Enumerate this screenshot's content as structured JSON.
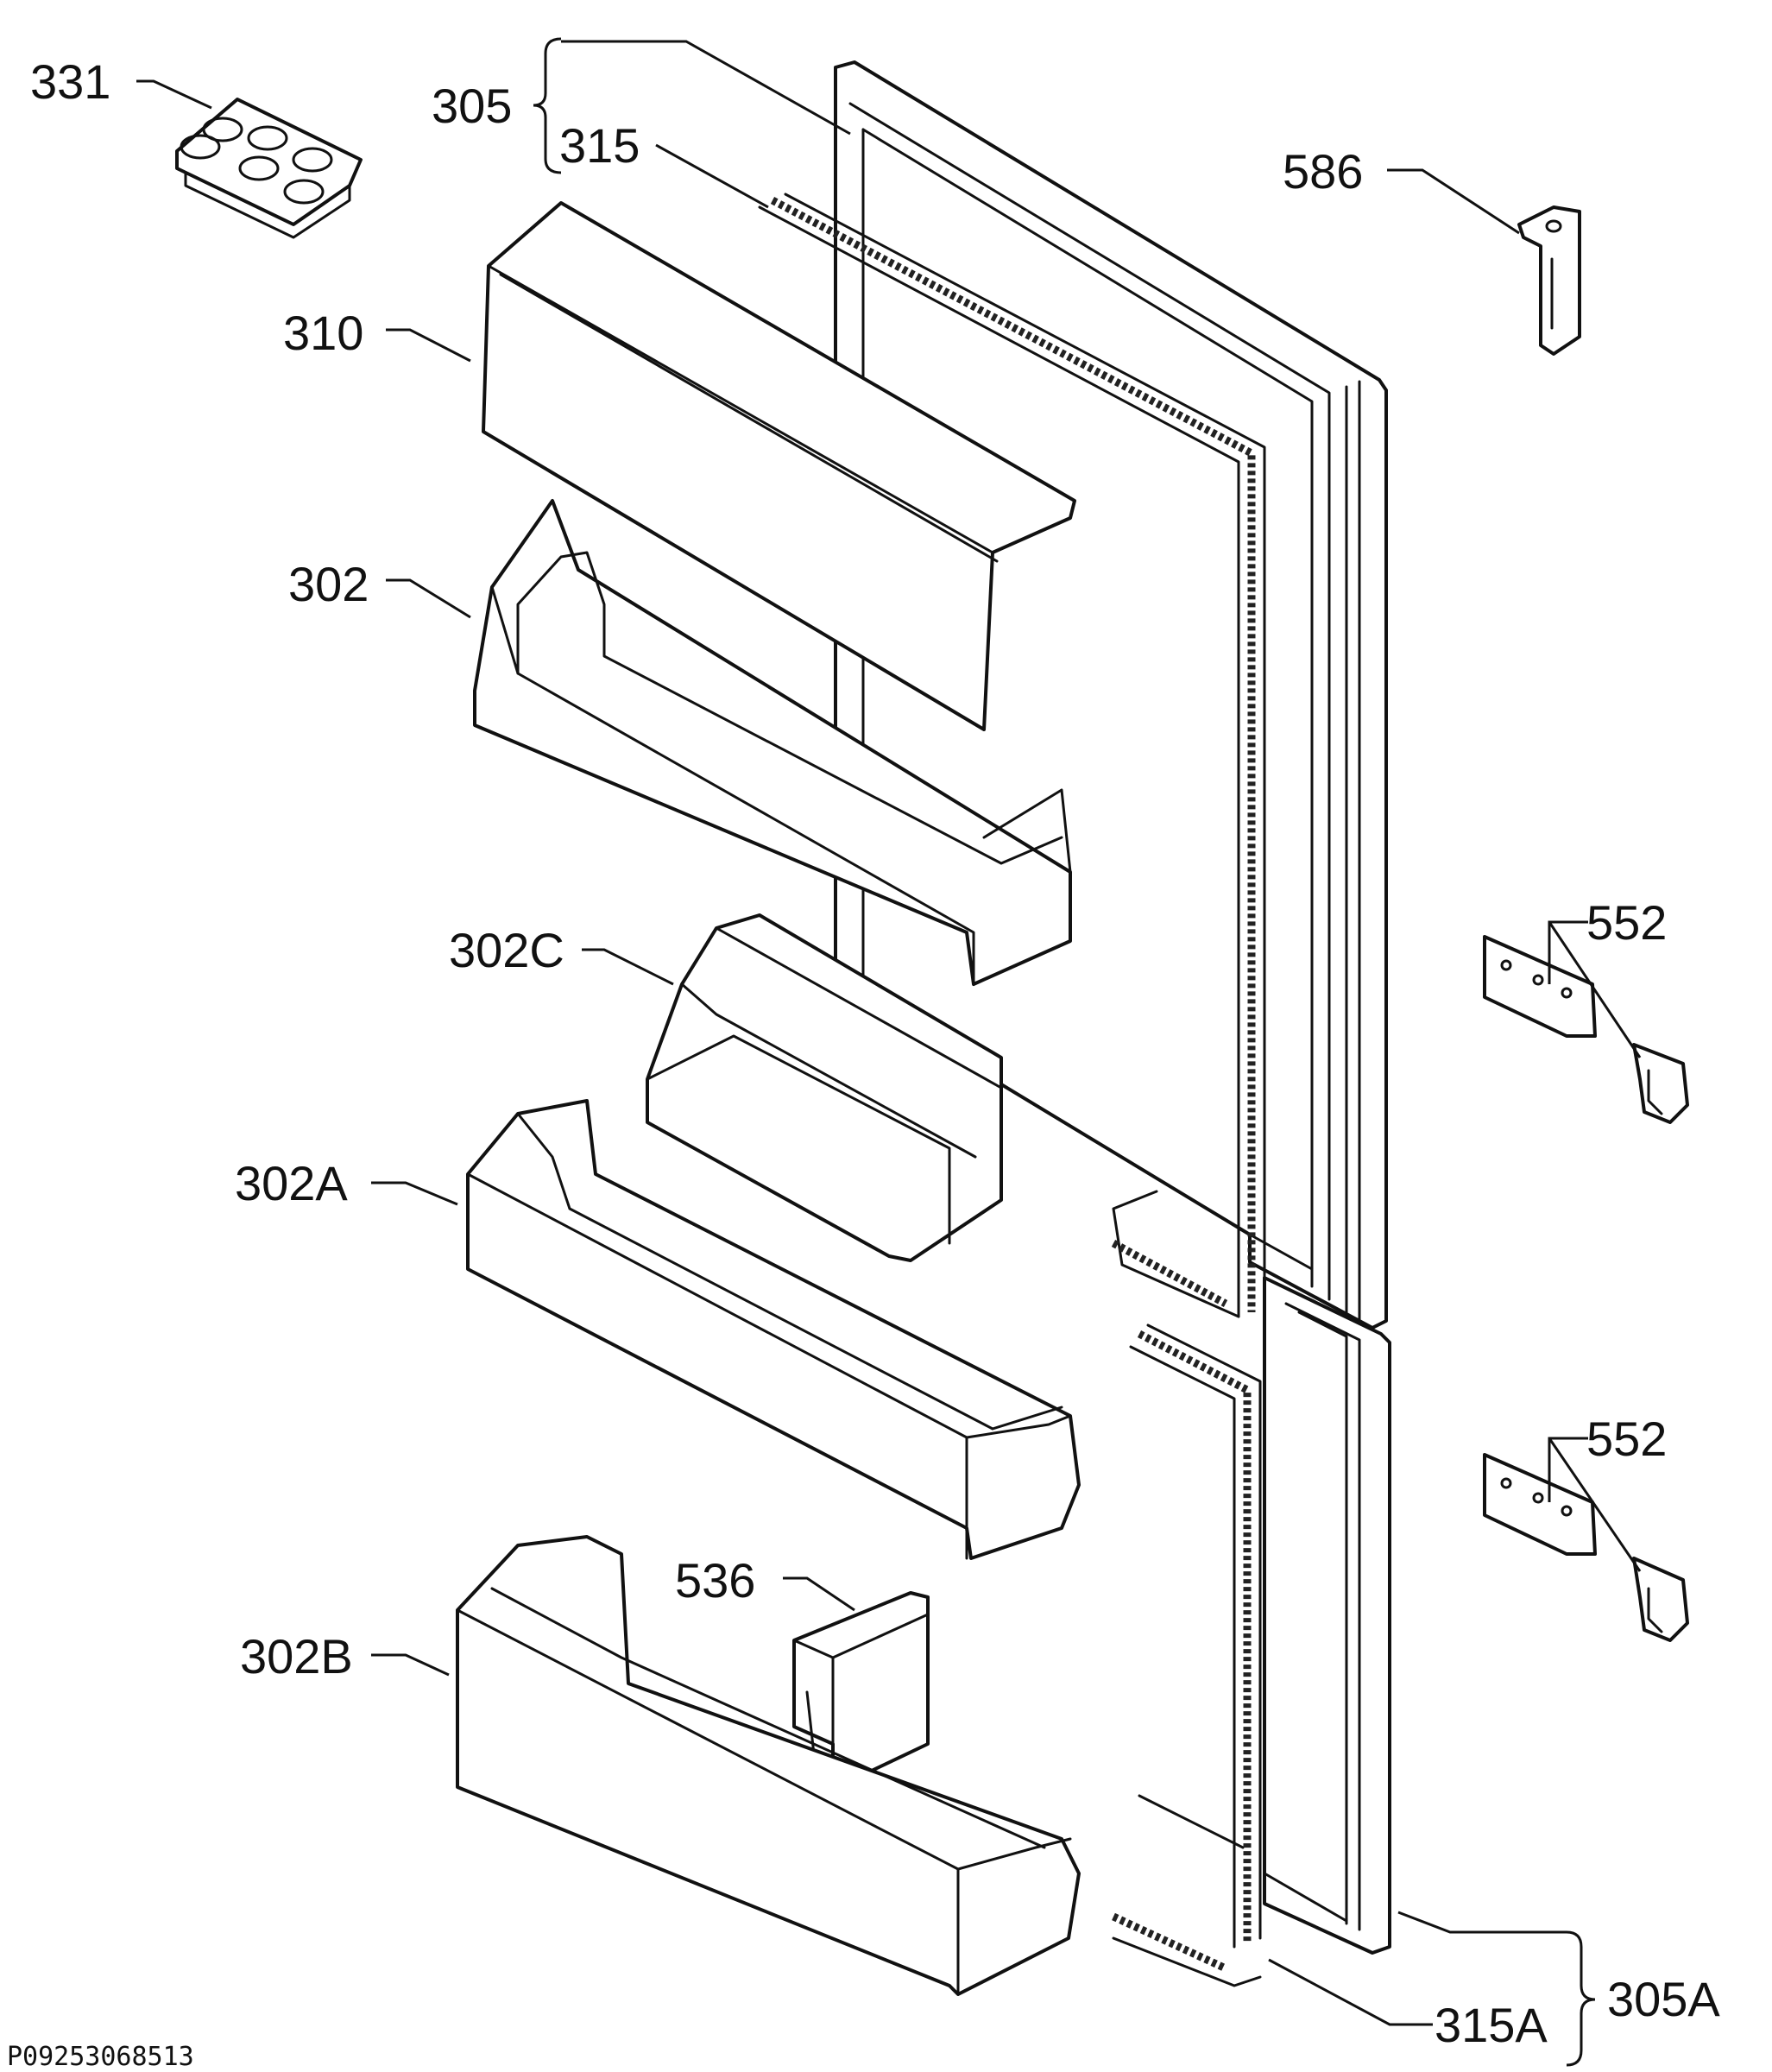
{
  "labels": {
    "l331": "331",
    "l305": "305",
    "l315": "315",
    "l586": "586",
    "l310": "310",
    "l302": "302",
    "l302C": "302C",
    "l552a": "552",
    "l302A": "302A",
    "l552b": "552",
    "l536": "536",
    "l302B": "302B",
    "l305A": "305A",
    "l315A": "315A"
  },
  "drawing_code": "P09253068513",
  "colors": {
    "line": "#111111",
    "background": "#ffffff"
  }
}
